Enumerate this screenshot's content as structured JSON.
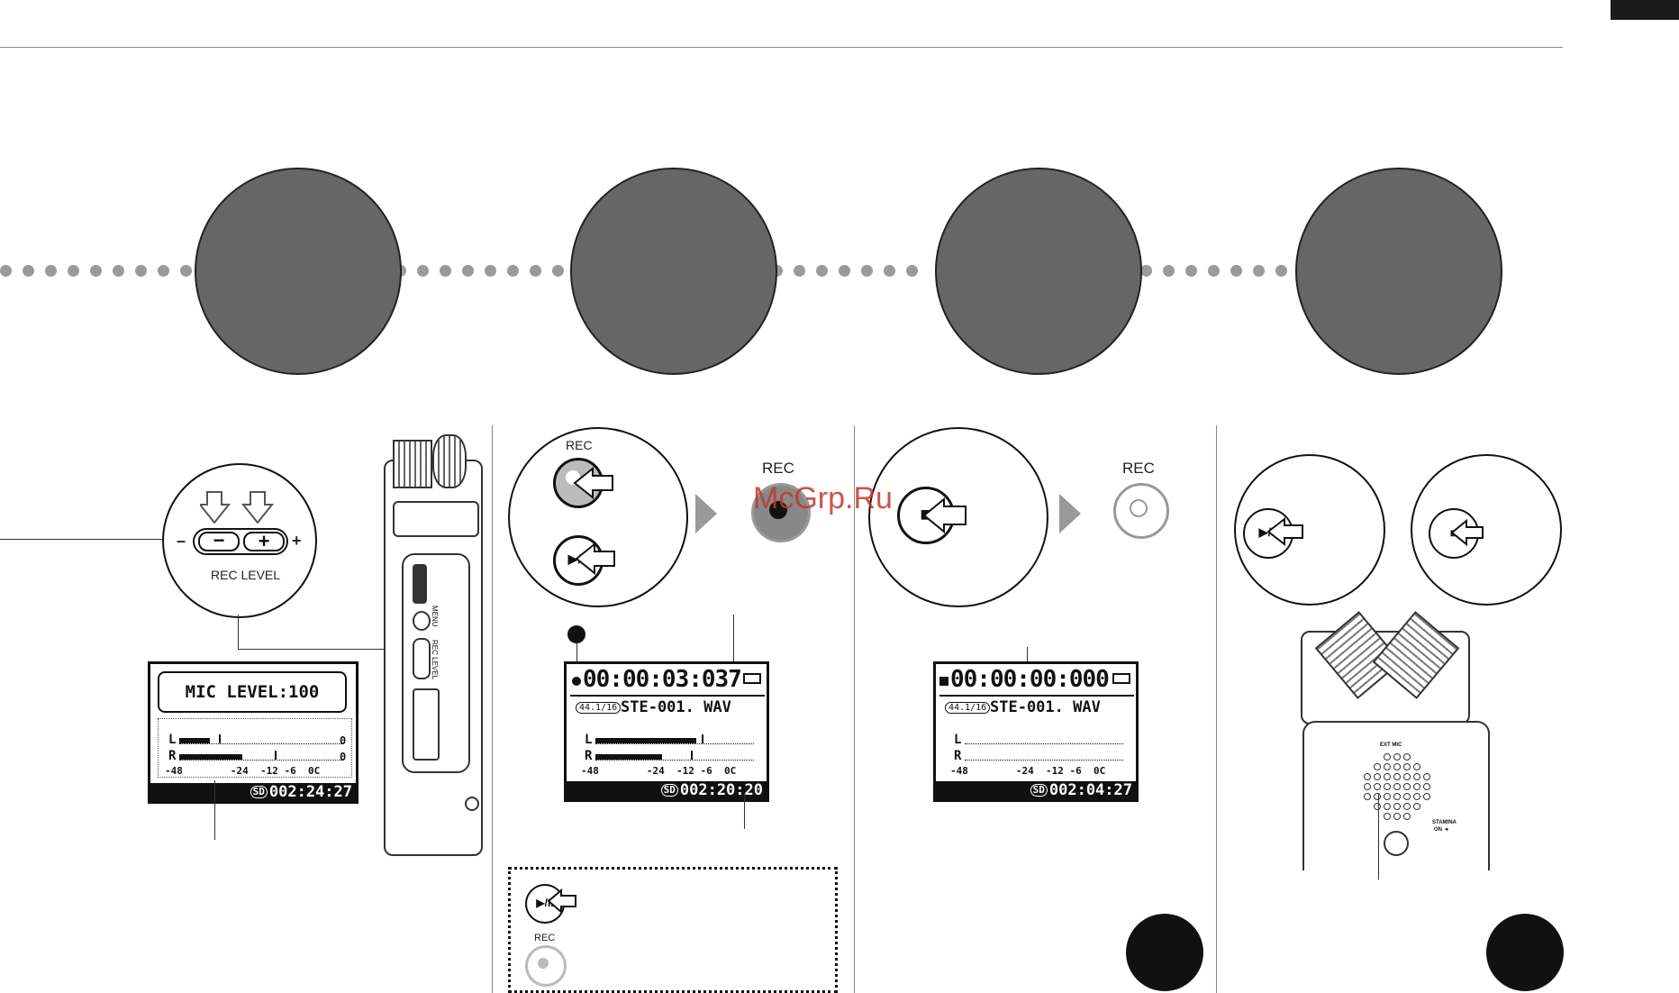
{
  "step1": {
    "button_minus": "−",
    "button_plus": "+",
    "side_minus": "–",
    "side_plus": "+",
    "rec_level_label": "REC LEVEL",
    "lcd": {
      "title": "MIC LEVEL:100",
      "l": "L",
      "r": "R",
      "scale": "-48        -24  -12 -6  0C",
      "sd": "SD",
      "remaining": "002:24:27"
    },
    "device_menu": "MENU",
    "device_rec_level": "REC LEVEL"
  },
  "step2": {
    "rec_label_top": "REC",
    "rec_label_right": "REC",
    "lcd": {
      "time": "00:00:03:037",
      "format": "44.1/16",
      "file": "STE-001. WAV",
      "l": "L",
      "r": "R",
      "scale": "-48        -24  -12 -6  0C",
      "sd": "SD",
      "remaining": "002:20:20"
    },
    "note_rec_label": "REC"
  },
  "step3": {
    "rec_label": "REC",
    "lcd": {
      "time": "00:00:00:000",
      "format": "44.1/16",
      "file": "STE-001. WAV",
      "l": "L",
      "r": "R",
      "scale": "-48        -24  -12 -6  0C",
      "sd": "SD",
      "remaining": "002:04:27"
    }
  },
  "step4": {
    "device_ext_mic": "EXT MIC",
    "device_stamina": "STAMINA",
    "device_on": "ON  ◄"
  },
  "watermark": "McGrp.Ru",
  "icons": {
    "play": "▶/II",
    "stop": "■"
  }
}
